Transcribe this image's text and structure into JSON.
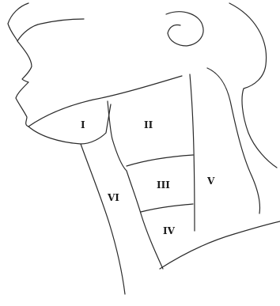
{
  "diagram": {
    "labels": {
      "level_1": "I",
      "level_2": "II",
      "level_3": "III",
      "level_4": "IV",
      "level_5": "V",
      "level_6": "VI"
    }
  }
}
